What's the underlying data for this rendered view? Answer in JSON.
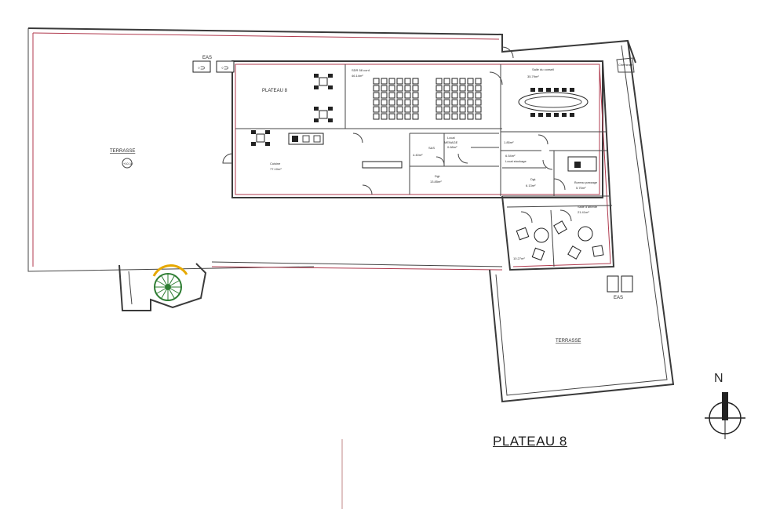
{
  "plan_title": "PLATEAU 8",
  "north_label": "N",
  "rooms": {
    "plateau_label": "PLATEAU 8",
    "sdr_label": "SDR 58 conf.",
    "sdr_area": "46.14m²",
    "salle_conseil_label": "Salle du conseil",
    "salle_conseil_area": "35.79m²",
    "cuisine_label": "Cuisine",
    "cuisine_area": "77.10m²",
    "sas_label": "SAS",
    "sas_area": "4.40m²",
    "local_menage_label": "Local",
    "local_menage_sub": "MENAGE",
    "local_menage_area": "0.68m²",
    "degt_center_label": "Dgt.",
    "degt_center_area": "13.85m²",
    "small_room_area": "1.85m²",
    "local_stockage_area": "6.54m²",
    "local_stockage_label": "Local stockage",
    "degt_right_label": "Dgt.",
    "degt_right_area": "6.13m²",
    "bureau_label": "Bureau passage",
    "bureau_area": "5.75m²",
    "salle_attente_label": "Salle d'attente",
    "salle_attente_area": "21.41m²",
    "salon_area": "10.27m²"
  },
  "terraces": {
    "left_label": "TERRASSE",
    "left_level": "+10.10",
    "right_label": "TERRASSE",
    "corner_label": "Cheminée"
  },
  "eas_top_label": "EAS",
  "eas_bottom_label": "EAS"
}
